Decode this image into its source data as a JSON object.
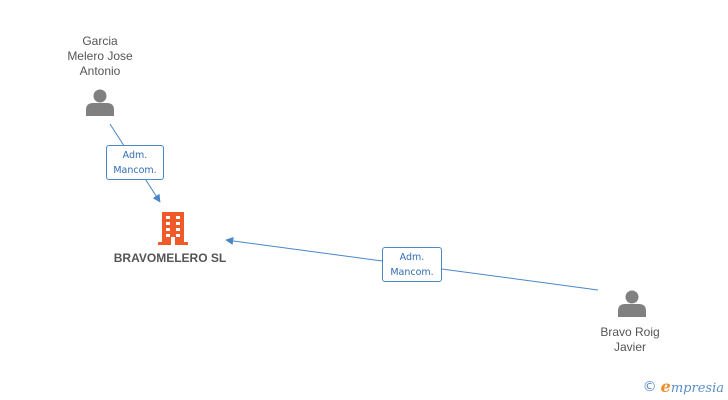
{
  "diagram": {
    "company": {
      "name": "BRAVOMELERO SL",
      "icon": "building-icon",
      "color": "#f05a28"
    },
    "persons": [
      {
        "id": "garcia",
        "name": "Garcia\nMelero Jose\nAntonio",
        "icon": "person-icon"
      },
      {
        "id": "bravo",
        "name": "Bravo Roig\nJavier",
        "icon": "person-icon"
      }
    ],
    "relations": [
      {
        "from": "garcia",
        "to": "company",
        "label_line1": "Adm.",
        "label_line2": "Mancom."
      },
      {
        "from": "bravo",
        "to": "company",
        "label_line1": "Adm.",
        "label_line2": "Mancom."
      }
    ],
    "colors": {
      "edge": "#4a86c8",
      "person": "#808080"
    }
  },
  "brand": {
    "symbol": "©",
    "first_letter": "e",
    "rest": "mpresia"
  }
}
